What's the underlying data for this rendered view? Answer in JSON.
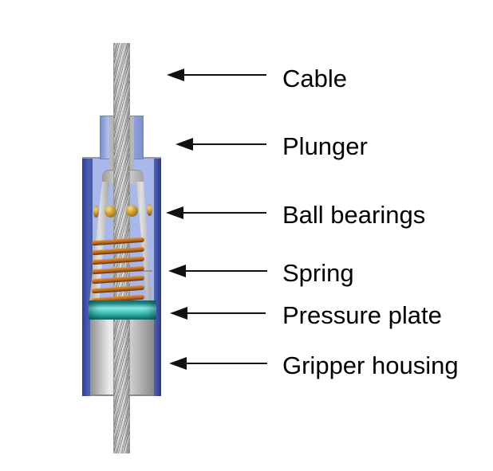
{
  "callouts": [
    {
      "label": "Cable"
    },
    {
      "label": "Plunger"
    },
    {
      "label": "Ball bearings"
    },
    {
      "label": "Spring"
    },
    {
      "label": "Pressure plate"
    },
    {
      "label": "Gripper housing"
    }
  ],
  "colors": {
    "background": "#ffffff",
    "housing-blue": "#3b4fa2",
    "bore-blue": "#a9b8ea",
    "plunger-blue": "#9fb0e4",
    "cone-gray": "#c9c9c9",
    "ball-gold": "#c9992f",
    "spring-copper": "#b5651d",
    "plate-teal": "#35b3ab",
    "cylinder-gray": "#d0d0d0",
    "cable-gray": "#c4c4c4",
    "arrow-black": "#111111"
  }
}
